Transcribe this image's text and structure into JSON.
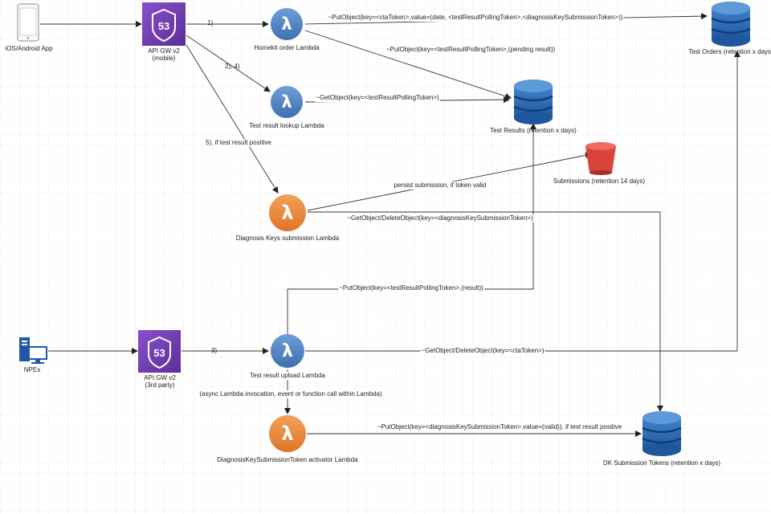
{
  "diagram": {
    "nodes": {
      "mobile_app": {
        "label": "iOS/Android App",
        "icon": "smartphone-icon"
      },
      "api_gw_mobile": {
        "label_line1": "API GW v2",
        "label_line2": "(mobile)",
        "icon": "route53-icon",
        "badge": "53"
      },
      "homekit_lambda": {
        "label": "Homekit order Lambda",
        "icon": "lambda-icon"
      },
      "test_result_lookup": {
        "label": "Test result lookup Lambda",
        "icon": "lambda-icon"
      },
      "diagnosis_keys_submission": {
        "label": "Diagnosis Keys submission Lambda",
        "icon": "lambda-icon"
      },
      "test_orders": {
        "label": "Test Orders (retention x days)",
        "icon": "dynamodb-icon"
      },
      "test_results": {
        "label": "Test Results (retention x days)",
        "icon": "dynamodb-icon"
      },
      "submissions": {
        "label": "Submissions (retention 14 days)",
        "icon": "s3-bucket-icon"
      },
      "npex": {
        "label": "NPEx",
        "icon": "computer-icon"
      },
      "api_gw_3rd": {
        "label_line1": "API GW v2",
        "label_line2": "(3rd party)",
        "icon": "route53-icon",
        "badge": "53"
      },
      "test_result_upload": {
        "label": "Test result upload Lambda",
        "icon": "lambda-icon"
      },
      "dk_token_activator": {
        "label": "DiagnosisKeySubmissionToken activator Lambda",
        "icon": "lambda-icon"
      },
      "dk_submission_tokens": {
        "label": "DK Submission Tokens (retention x days)",
        "icon": "dynamodb-icon"
      }
    },
    "edges": {
      "e1": "1)",
      "e24": "2), 4)",
      "e5": "5), if test result positive",
      "e3": "3)",
      "put_test_orders": "~PutObject(key=<ctaToken>,value=(date, <testResultPollingToken>,<diagnosisKeySubmissionToken>))",
      "put_test_results_pending": "~PutObject(key=<testResultPollingToken>,(pending result))",
      "get_test_results": "~GetObject(key=<testResultPollingToken>)",
      "persist_submission": "persist submission, if token valid",
      "get_delete_dk": "~GetObject/DeleteObject(key=<diagnosisKeySubmissionToken>)",
      "put_test_results_result": "~PutObject(key=<testResultPollingToken>,(result))",
      "get_delete_cta": "~GetObject/DeleteObject(key=<ctaToken>)",
      "async_invocation": "(async Lambda invocation, event or function call within Lambda)",
      "put_dk_tokens": "~PutObject(key=<diagnosisKeySubmissionToken>,value=(valid)), if test result positive"
    },
    "colors": {
      "lambda": "#e8843a",
      "lambda_blue": "#4a7fc1",
      "route53": "#6b3fa0",
      "dynamodb": "#2e6db4",
      "s3": "#d9443a",
      "npex": "#2257a8",
      "grid": "#e4e4e4",
      "line": "#333333"
    }
  }
}
